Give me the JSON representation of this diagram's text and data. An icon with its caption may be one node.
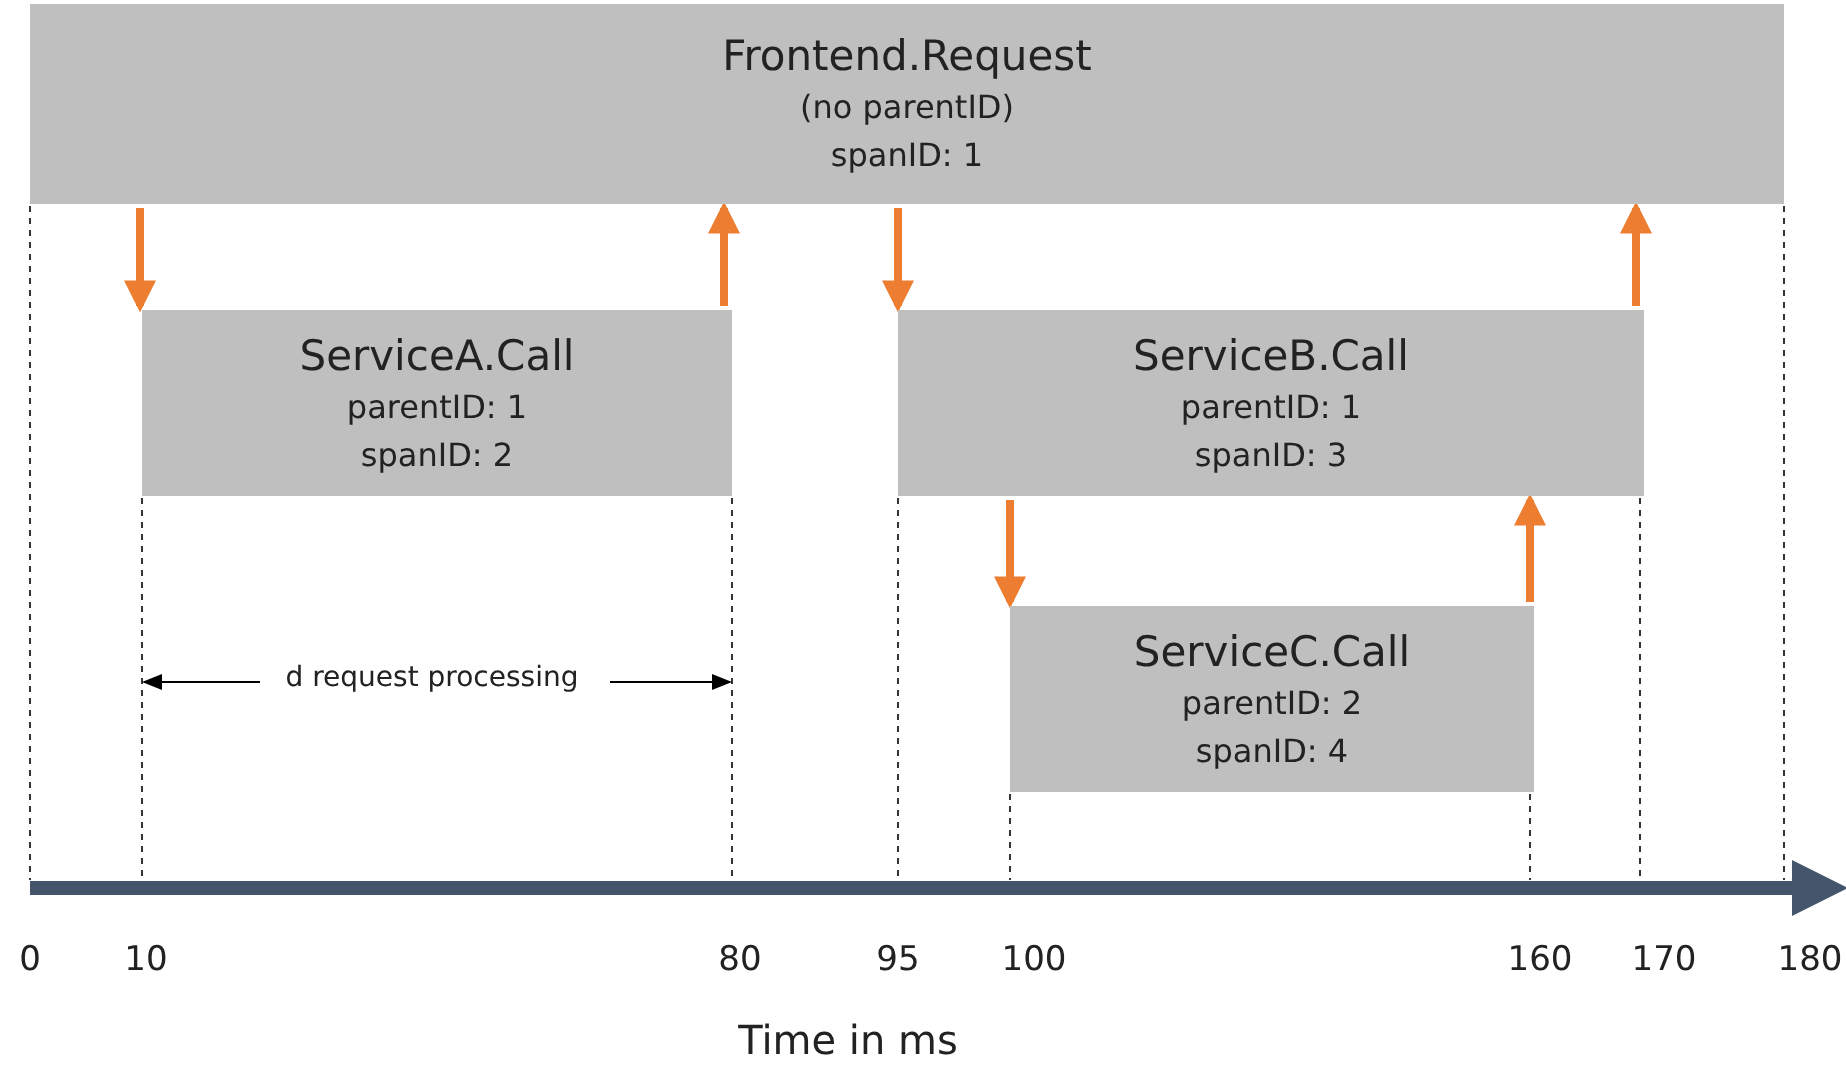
{
  "diagram": {
    "nodes": [
      {
        "text": [
          "Frontend.Request",
          "(no parentID)",
          "spanID: 1"
        ]
      },
      {
        "text": [
          "ServiceA.Call",
          "parentID: 1",
          "spanID: 2"
        ]
      },
      {
        "text": [
          "ServiceB.Call",
          "parentID: 1",
          "spanID: 3"
        ]
      },
      {
        "text": [
          "ServiceC.Call",
          "parentID: 2",
          "spanID: 4"
        ]
      }
    ],
    "edges": [
      {
        "from": 0,
        "to": 1,
        "arrow": "to"
      },
      {
        "from": 1,
        "to": 0,
        "arrow": "to"
      },
      {
        "from": 0,
        "to": 2,
        "arrow": "to"
      },
      {
        "from": 2,
        "to": 0,
        "arrow": "to"
      },
      {
        "from": 2,
        "to": 3,
        "arrow": "to"
      },
      {
        "from": 3,
        "to": 2,
        "arrow": "to"
      }
    ],
    "labels": [
      "d request processing",
      "0",
      "10",
      "80",
      "95",
      "100",
      "160",
      "170",
      "180",
      "Time in ms"
    ]
  }
}
